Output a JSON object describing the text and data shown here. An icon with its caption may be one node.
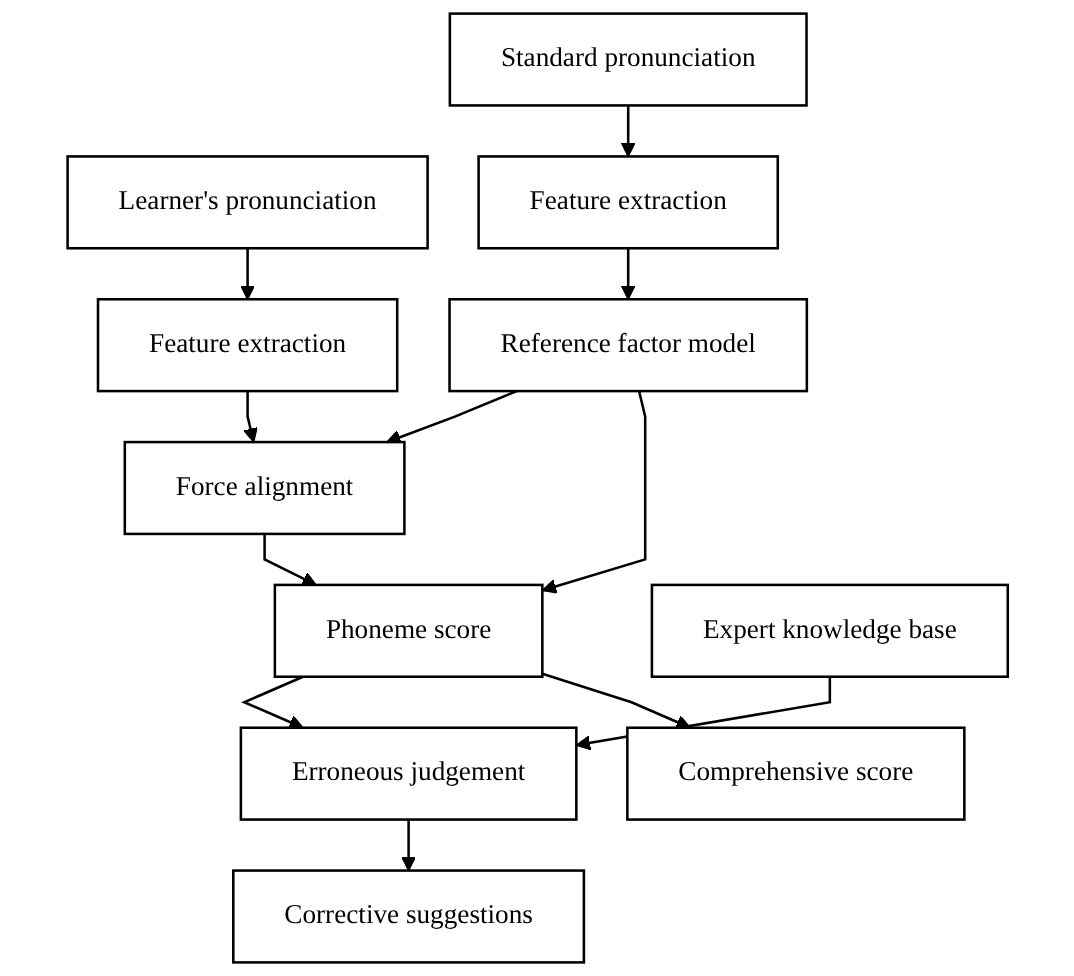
{
  "diagram": {
    "nodes": [
      {
        "text": [
          "Standard pronunciation"
        ]
      },
      {
        "text": [
          "Learner's pronunciation"
        ]
      },
      {
        "text": [
          "Feature extraction"
        ]
      },
      {
        "text": [
          "Feature extraction"
        ]
      },
      {
        "text": [
          "Reference factor model"
        ]
      },
      {
        "text": [
          "Force alignment"
        ]
      },
      {
        "text": [
          "Phoneme score"
        ]
      },
      {
        "text": [
          "Expert knowledge base"
        ]
      },
      {
        "text": [
          "Erroneous judgement"
        ]
      },
      {
        "text": [
          "Comprehensive score"
        ]
      },
      {
        "text": [
          "Corrective suggestions"
        ]
      }
    ],
    "edges": [
      {
        "from": 0,
        "to": 2,
        "arrow": "to"
      },
      {
        "from": 1,
        "to": 3,
        "arrow": "to"
      },
      {
        "from": 2,
        "to": 4,
        "arrow": "to"
      },
      {
        "from": 3,
        "to": 5,
        "arrow": "to"
      },
      {
        "from": 4,
        "to": 5,
        "arrow": "to"
      },
      {
        "from": 4,
        "to": 6,
        "arrow": "to"
      },
      {
        "from": 5,
        "to": 6,
        "arrow": "to"
      },
      {
        "from": 6,
        "to": 8,
        "arrow": "to"
      },
      {
        "from": 6,
        "to": 9,
        "arrow": "to"
      },
      {
        "from": 7,
        "to": 8,
        "arrow": "to"
      },
      {
        "from": 8,
        "to": 10,
        "arrow": "to"
      }
    ]
  }
}
